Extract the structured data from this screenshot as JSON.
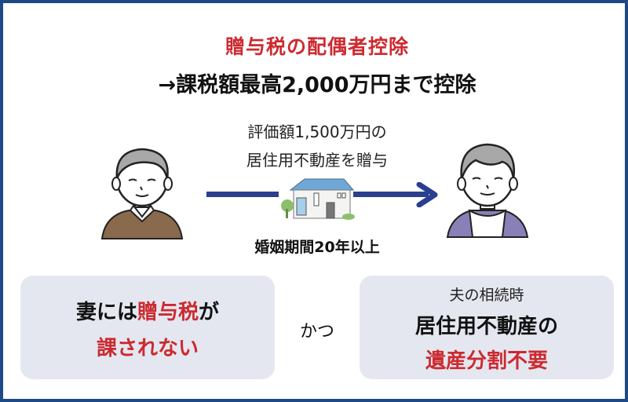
{
  "header": {
    "title": "贈与税の配偶者控除",
    "subtitle": "→課税額最高2,000万円まで控除"
  },
  "transfer": {
    "line1": "評価額1,500万円の",
    "line2": "居住用不動産を贈与",
    "condition": "婚姻期間20年以上",
    "giver_icon": "elderly-man-icon",
    "receiver_icon": "elderly-woman-icon",
    "property_icon": "house-icon",
    "arrow_color": "#2a3f8f"
  },
  "left_box": {
    "line1_prefix": "妻には",
    "line1_highlight": "贈与税",
    "line1_suffix": "が",
    "line2": "課されない"
  },
  "connector": "かつ",
  "right_box": {
    "small": "夫の相続時",
    "line1": "居住用不動産の",
    "line2": "遺産分割不要"
  },
  "colors": {
    "border": "#1d4a86",
    "accent_red": "#cc2a30",
    "box_bg": "#e4e7f0",
    "husband_sweater": "#8a6a4c",
    "wife_cardigan": "#8a80b8",
    "hair": "#a8a8a8"
  }
}
